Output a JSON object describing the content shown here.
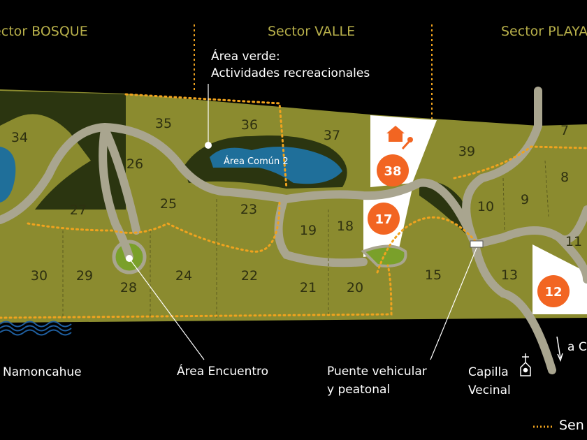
{
  "sectors": [
    "Sector BOSQUE",
    "Sector VALLE",
    "Sector PLAYA"
  ],
  "labels": {
    "area_verde_1": "Área verde:",
    "area_verde_2": "Actividades recreacionales",
    "area_comun": "Área Común 2",
    "river": "Namoncahue",
    "encuentro": "Área Encuentro",
    "puente_1": "Puente vehicular",
    "puente_2": "y peatonal",
    "capilla_1": "Capilla",
    "capilla_2": "Vecinal",
    "direction": "a C",
    "legend_sendero": "Sen"
  },
  "lots": [
    "34",
    "35",
    "36",
    "37",
    "39",
    "7",
    "26",
    "8",
    "27",
    "25",
    "23",
    "10",
    "9",
    "19",
    "18",
    "11",
    "30",
    "29",
    "28",
    "24",
    "22",
    "21",
    "20",
    "15",
    "13"
  ],
  "available_lots": [
    "38",
    "17",
    "12"
  ],
  "colors": {
    "lot": "#8b8b2f",
    "forest": "#2b3510",
    "road": "#a9a58f",
    "path": "#f0a31e",
    "available": "#f26522",
    "water": "#1f6f9a"
  }
}
